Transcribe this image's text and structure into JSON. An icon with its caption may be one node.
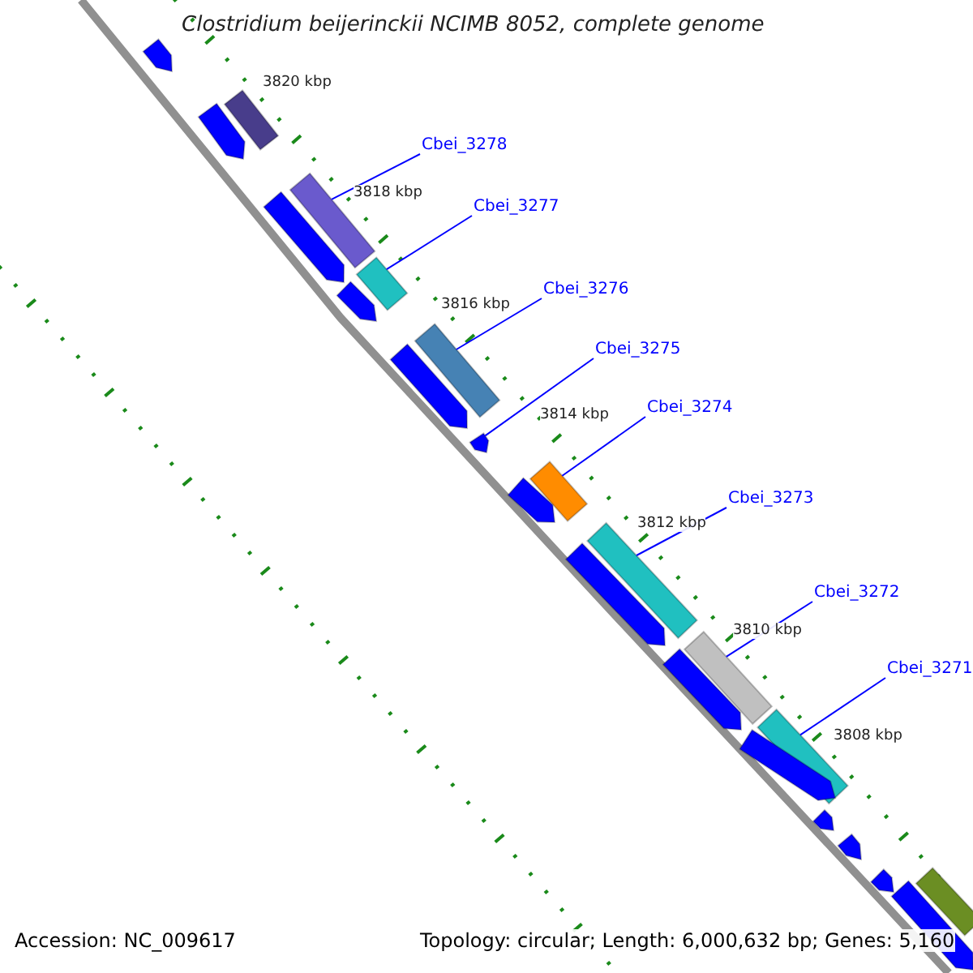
{
  "diagram": {
    "title": "Clostridium beijerinckii NCIMB 8052, complete genome",
    "nodes": [
      {
        "text": [
          "Cbei_3278"
        ]
      },
      {
        "text": [
          "Cbei_3277"
        ]
      },
      {
        "text": [
          "Cbei_3276"
        ]
      },
      {
        "text": [
          "Cbei_3275"
        ]
      },
      {
        "text": [
          "Cbei_3274"
        ]
      },
      {
        "text": [
          "Cbei_3273"
        ]
      },
      {
        "text": [
          "Cbei_3272"
        ]
      },
      {
        "text": [
          "Cbei_3271"
        ]
      },
      {
        "text": [],
        "shape": "bar"
      },
      {
        "text": [],
        "shape": "bar"
      },
      {
        "text": [],
        "shape": "bar"
      },
      {
        "text": [],
        "shape": "bar"
      },
      {
        "text": [],
        "shape": "bar"
      },
      {
        "text": [],
        "shape": "bar"
      },
      {
        "text": [],
        "shape": "bar"
      },
      {
        "text": [],
        "shape": "bar"
      },
      {
        "text": [],
        "shape": "bar"
      },
      {
        "text": [],
        "shape": "bar"
      },
      {
        "text": [],
        "shape": "bar"
      },
      {
        "text": [],
        "shape": "bar"
      },
      {
        "text": [],
        "shape": "bar"
      },
      {
        "text": [],
        "shape": "bar"
      },
      {
        "text": [],
        "shape": "bar"
      },
      {
        "text": [],
        "shape": "bar"
      },
      {
        "text": [],
        "shape": "bar"
      },
      {
        "text": [],
        "shape": "bar"
      },
      {
        "text": [],
        "shape": "bar"
      },
      {
        "text": [],
        "shape": "bar"
      },
      {
        "text": [],
        "shape": "bar"
      },
      {
        "text": [],
        "shape": "bar"
      },
      {
        "text": [],
        "shape": "bar"
      }
    ],
    "edges": [
      {
        "from": 0,
        "to": 11,
        "arrow": "none"
      },
      {
        "from": 1,
        "to": 13,
        "arrow": "none"
      },
      {
        "from": 2,
        "to": 15,
        "arrow": "none"
      },
      {
        "from": 3,
        "to": 17,
        "arrow": "none"
      },
      {
        "from": 4,
        "to": 18,
        "arrow": "none"
      },
      {
        "from": 5,
        "to": 20,
        "arrow": "none"
      },
      {
        "from": 6,
        "to": 22,
        "arrow": "none"
      },
      {
        "from": 7,
        "to": 24,
        "arrow": "none"
      }
    ],
    "labels": [
      "3820 kbp",
      "3818 kbp",
      "3816 kbp",
      "3814 kbp",
      "3812 kbp",
      "3810 kbp",
      "3808 kbp",
      "Accession: NC_009617",
      "Topology: circular; Length: 6,000,632 bp; Genes: 5,160"
    ]
  }
}
